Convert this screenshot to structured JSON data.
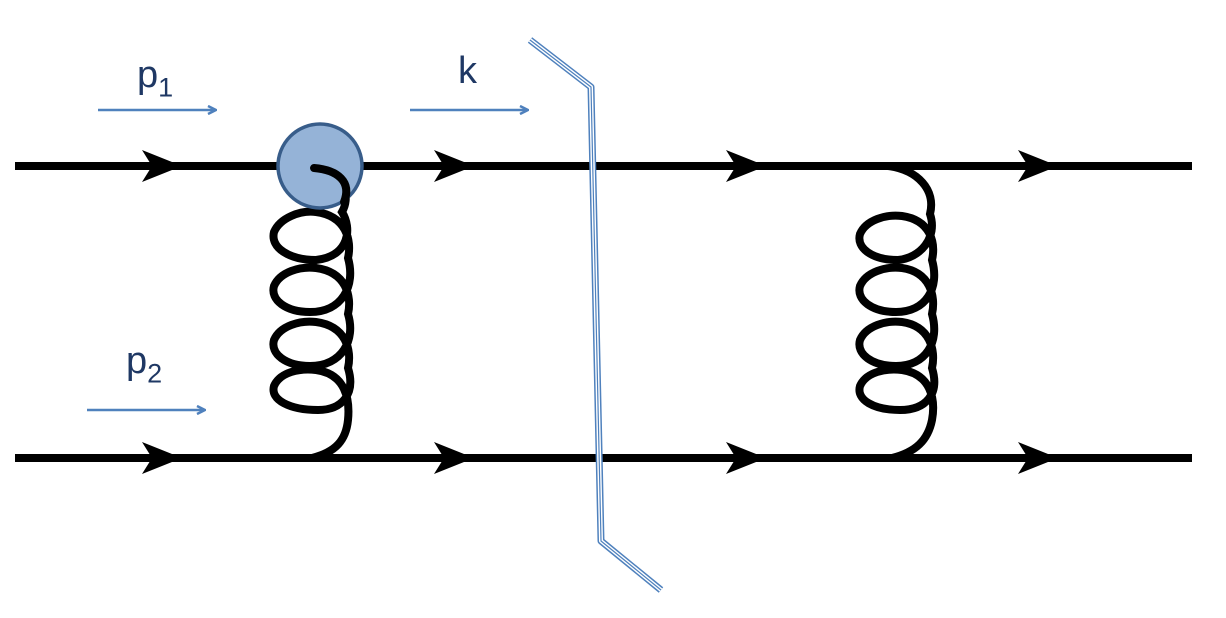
{
  "diagram": {
    "labels": {
      "p1": {
        "base": "p",
        "sub": "1"
      },
      "p2": {
        "base": "p",
        "sub": "2"
      },
      "k": {
        "base": "k"
      }
    },
    "colors": {
      "line": "#000000",
      "momentum_arrow": "#4f81bd",
      "blob_fill": "#95b3d7",
      "blob_stroke": "#385d8a",
      "cut": "#4f81bd",
      "text": "#1f3864"
    }
  }
}
